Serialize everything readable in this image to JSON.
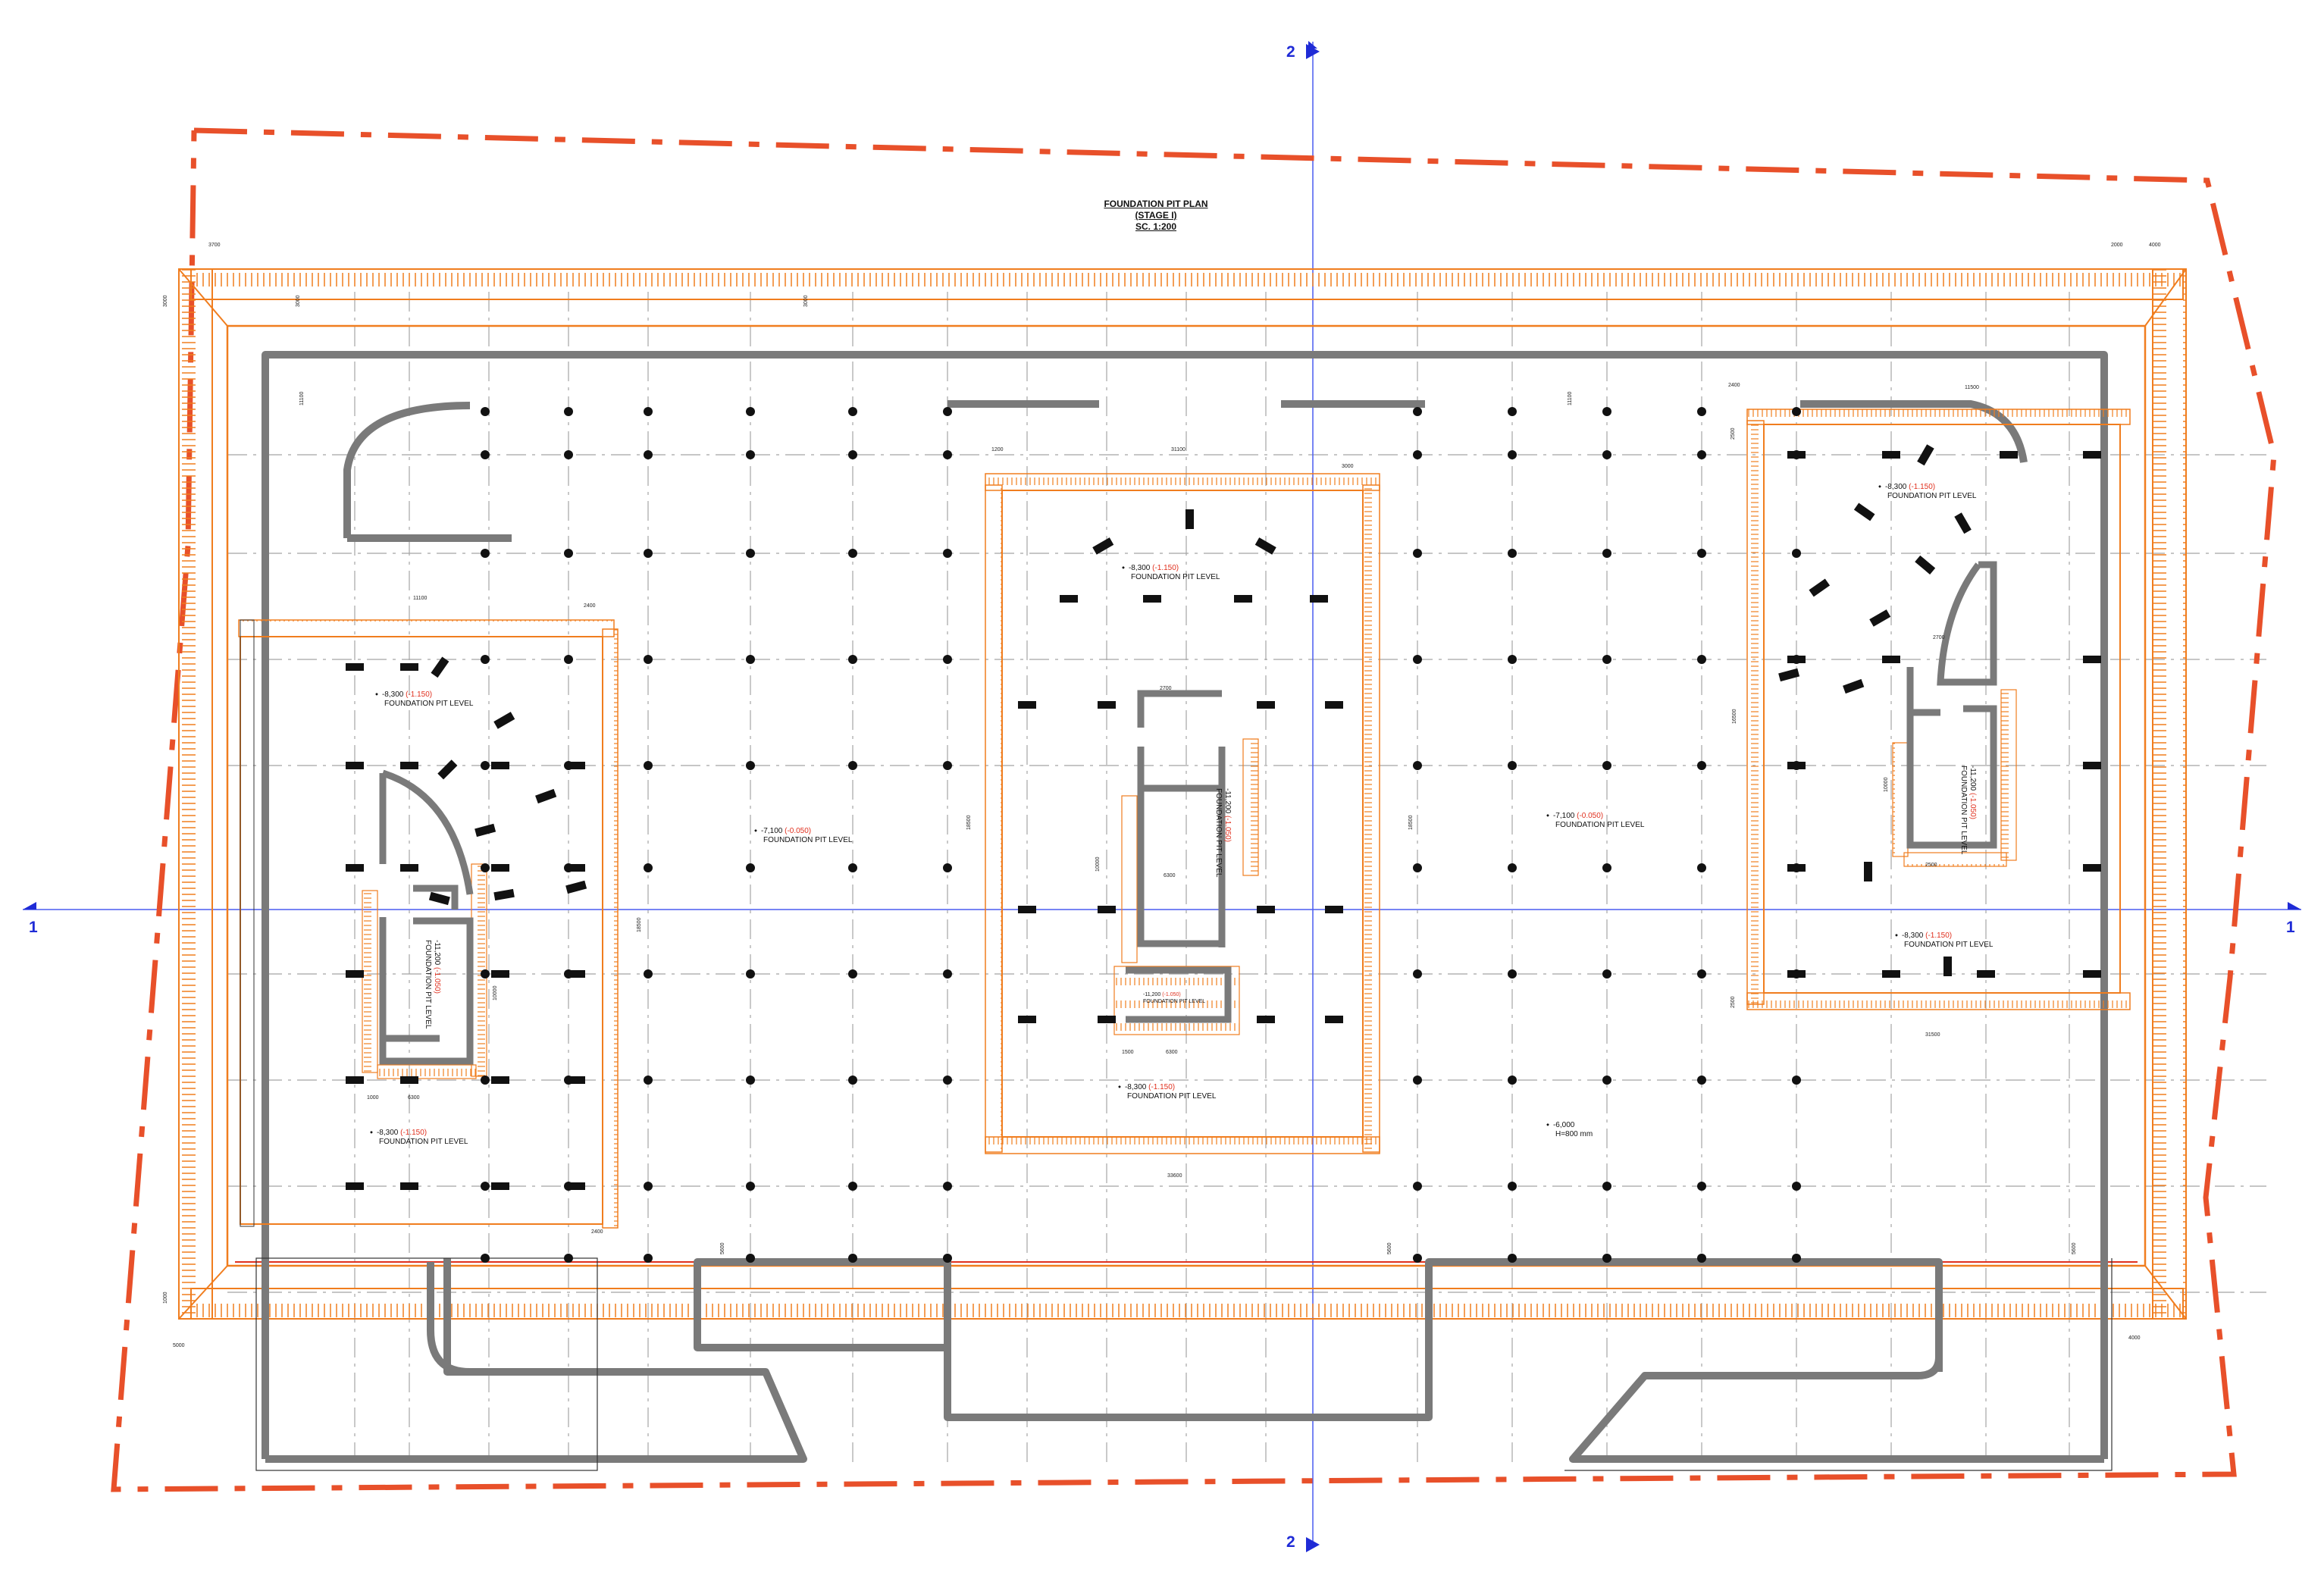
{
  "drawing": {
    "title_lines": [
      "FOUNDATION PIT PLAN",
      "(STAGE I)",
      "SC. 1:200"
    ]
  },
  "section_markers": {
    "axis_1_label": "1",
    "axis_2_label": "2"
  },
  "colors": {
    "site_boundary": "#e8502a",
    "pit_hatch": "#f07d1e",
    "walls": "#7a7a7a",
    "grid": "#9a9a9a",
    "section_axis": "#4a5cf0",
    "column": "#111111",
    "elevation_red": "#e0301e"
  },
  "levels": [
    {
      "value": "-8,300",
      "red": "(-1.150)",
      "text": "FOUNDATION PIT LEVEL"
    },
    {
      "value": "-7,100",
      "red": "(-0.050)",
      "text": "FOUNDATION PIT LEVEL"
    },
    {
      "value": "-8,300",
      "red": "(-1.150)",
      "text": "FOUNDATION PIT LEVEL"
    },
    {
      "value": "-8,300",
      "red": "(-1.150)",
      "text": "FOUNDATION PIT LEVEL"
    },
    {
      "value": "-7,100",
      "red": "(-0.050)",
      "text": "FOUNDATION PIT LEVEL"
    },
    {
      "value": "-8,300",
      "red": "(-1.150)",
      "text": "FOUNDATION PIT LEVEL"
    },
    {
      "value": "-8,300",
      "red": "(-1.150)",
      "text": "FOUNDATION PIT LEVEL"
    },
    {
      "value": "-8,300",
      "red": "(-1.150)",
      "text": "FOUNDATION PIT LEVEL"
    },
    {
      "value": "-6,000",
      "red": "",
      "text": "H=800 mm"
    },
    {
      "value": "-11,200",
      "red": "(-1.050)",
      "text": "FOUNDATION PIT LEVEL"
    }
  ],
  "core_levels": [
    {
      "value": "-11,200",
      "red": "(-1.050)",
      "text": "FOUNDATION PIT LEVEL"
    },
    {
      "value": "-11,200",
      "red": "(-1.050)",
      "text": "FOUNDATION PIT LEVEL"
    },
    {
      "value": "-11,200",
      "red": "(-1.050)",
      "text": "FOUNDATION PIT LEVEL"
    }
  ],
  "dimensions": {
    "d1": "3700",
    "d2": "2000",
    "d3": "4000",
    "d4": "3000",
    "d5": "11100",
    "d6": "31100",
    "d7": "2400",
    "d8": "1200",
    "d9": "3000",
    "d10": "11500",
    "d11": "6300",
    "d12": "1000",
    "d13": "18500",
    "d14": "2500",
    "d15": "6000",
    "d16": "10000",
    "d17": "33600",
    "d18": "31500",
    "d19": "4000",
    "d20": "5000",
    "d21": "5600",
    "d22": "2700",
    "d23": "16500",
    "d24": "1500"
  }
}
